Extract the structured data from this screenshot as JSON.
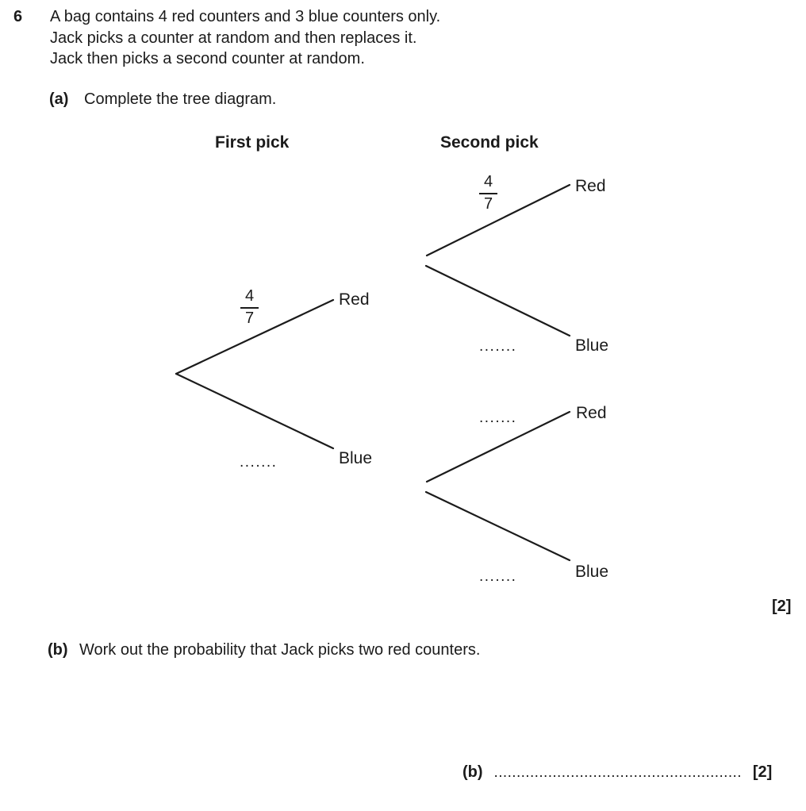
{
  "question": {
    "number": "6",
    "intro_lines": [
      "A bag contains 4 red counters and 3 blue counters only.",
      "Jack picks a counter at random and then replaces it.",
      "Jack then picks a second counter at random."
    ],
    "part_a": {
      "label": "(a)",
      "text": "Complete the tree diagram.",
      "marks": "[2]"
    },
    "part_b": {
      "label": "(b)",
      "text": "Work out the probability that Jack picks two red counters.",
      "answer_prefix": "(b)",
      "answer_dots": ".......................................................",
      "marks": "[2]"
    }
  },
  "tree": {
    "headers": {
      "first": "First pick",
      "second": "Second pick"
    },
    "first_pick": {
      "red_label": "Red",
      "blue_label": "Blue",
      "red_prob_numerator": "4",
      "red_prob_denominator": "7",
      "blue_prob_placeholder": "......."
    },
    "second_pick_from_red": {
      "red_label": "Red",
      "blue_label": "Blue",
      "red_prob_numerator": "4",
      "red_prob_denominator": "7",
      "blue_prob_placeholder": "......."
    },
    "second_pick_from_blue": {
      "red_label": "Red",
      "blue_label": "Blue",
      "red_prob_placeholder": ".......",
      "blue_prob_placeholder": "......."
    }
  },
  "colors": {
    "text": "#1b1b1b",
    "line": "#1b1b1b",
    "background": "#ffffff"
  }
}
